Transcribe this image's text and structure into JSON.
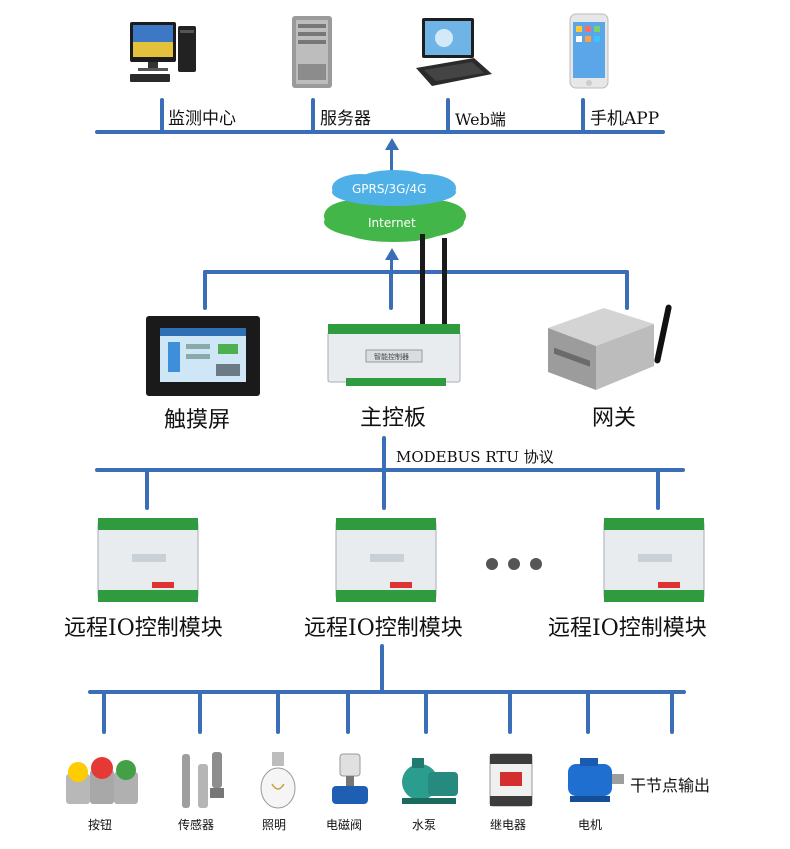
{
  "top_row": {
    "monitor_center": "监测中心",
    "server": "服务器",
    "web": "Web端",
    "app": "手机APP"
  },
  "cloud": {
    "top": "GPRS/3G/4G",
    "bottom": "Internet"
  },
  "mid_row": {
    "touch_screen": "触摸屏",
    "main_board": "主控板",
    "gateway": "网关",
    "board_label": "智能控制器"
  },
  "protocol": "MODEBUS RTU 协议",
  "remote_io": {
    "label_1": "远程IO控制模块",
    "label_2": "远程IO控制模块",
    "label_3": "远程IO控制模块"
  },
  "devices": {
    "button": "按钮",
    "sensor": "传感器",
    "lighting": "照明",
    "solenoid_valve": "电磁阀",
    "water_pump": "水泵",
    "relay": "继电器",
    "motor": "电机",
    "dry_contact": "干节点输出"
  },
  "colors": {
    "bus": "#3a6fb8",
    "module_green": "#2e9b3e",
    "cloud_blue": "#4fb0e8",
    "cloud_green": "#43b649"
  }
}
